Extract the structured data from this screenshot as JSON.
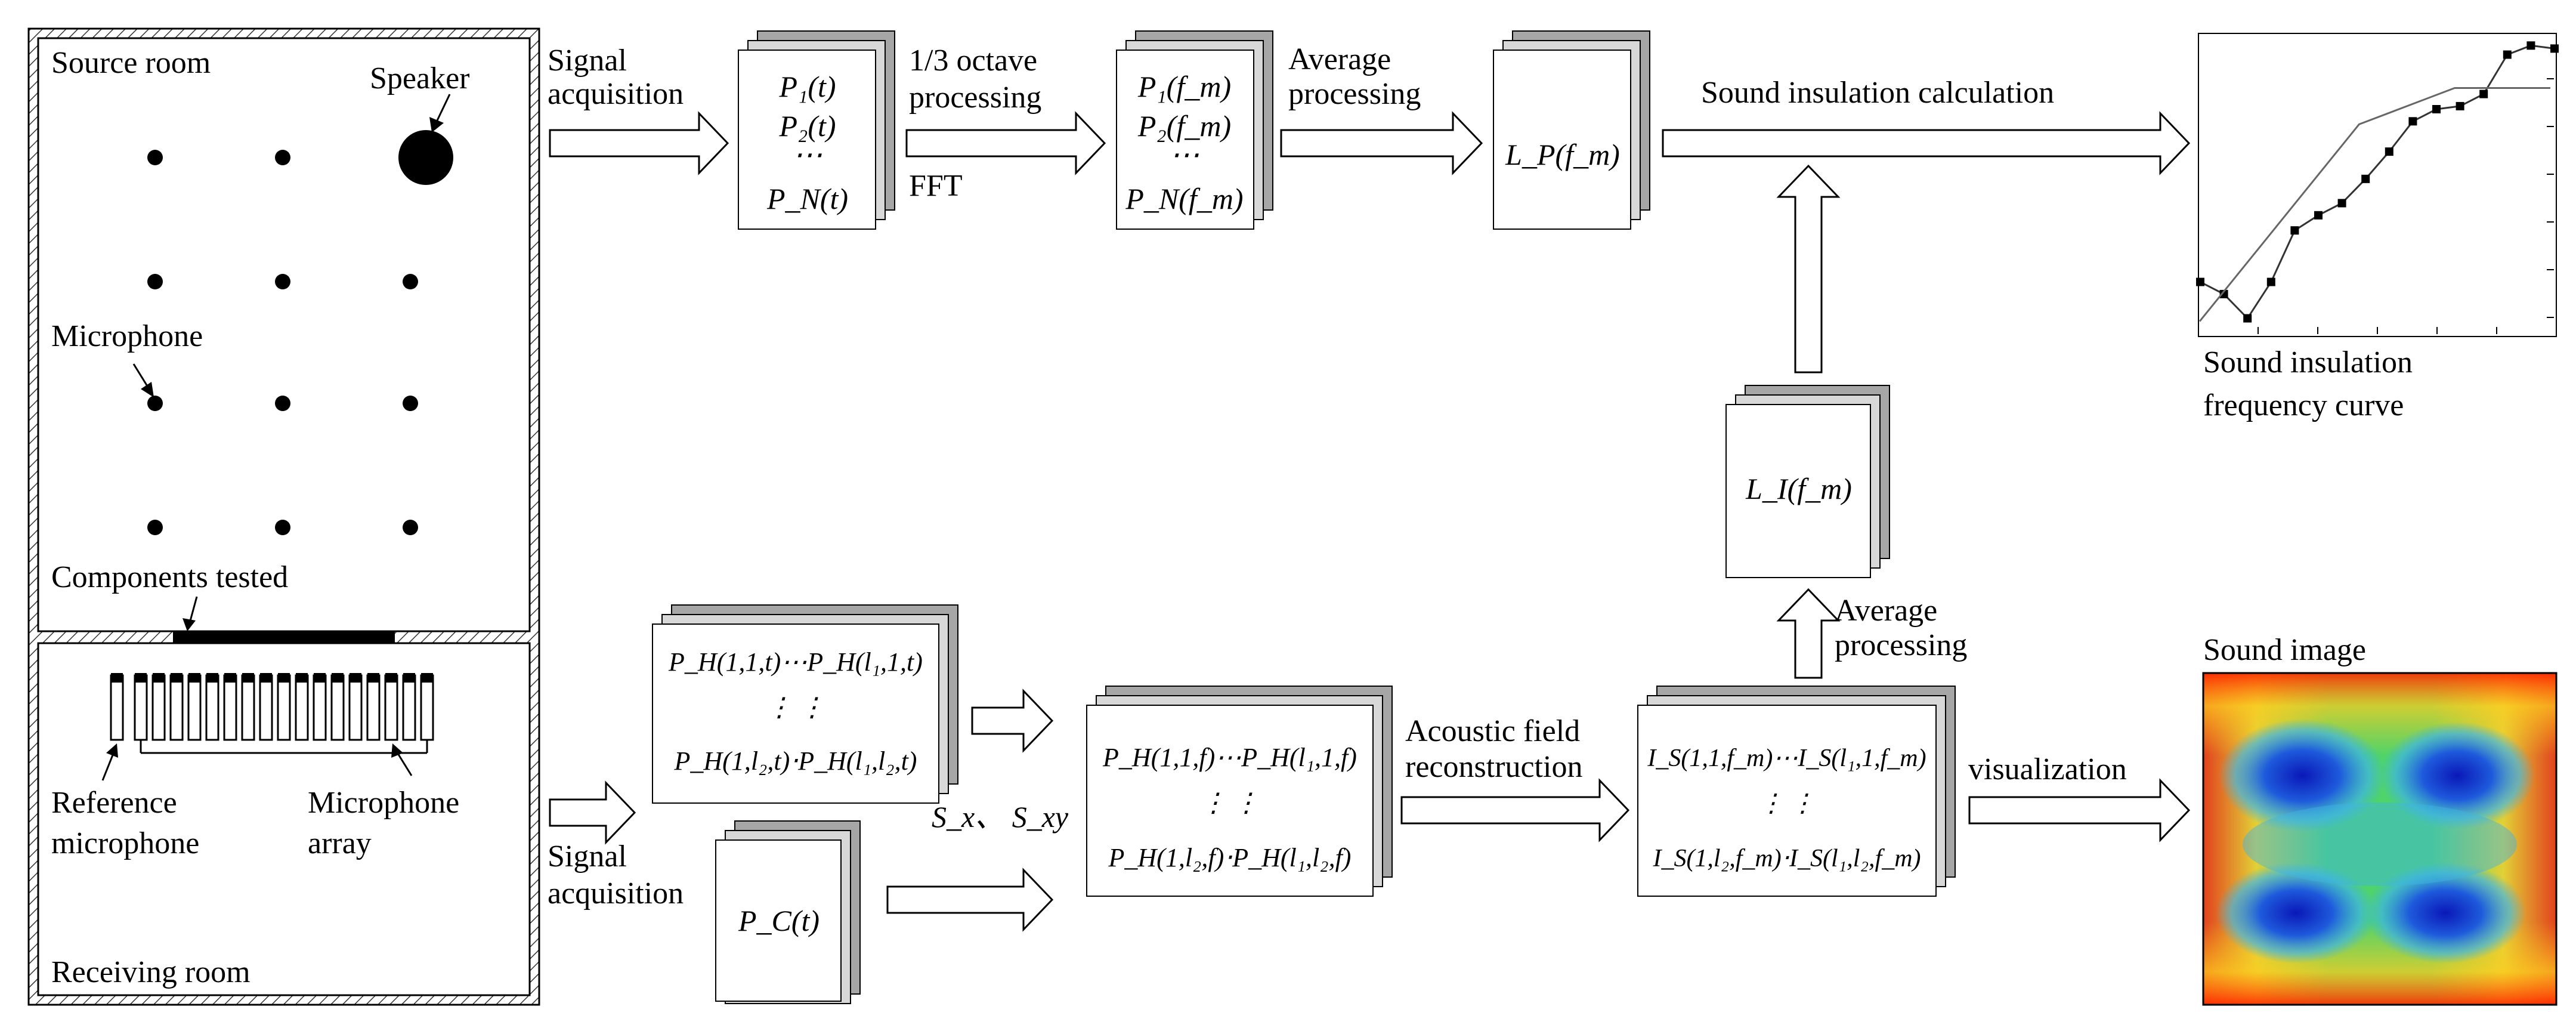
{
  "rooms": {
    "source_room": "Source room",
    "speaker": "Speaker",
    "microphone": "Microphone",
    "components_tested": "Components tested",
    "reference_microphone": [
      "Reference",
      "microphone"
    ],
    "microphone_array": [
      "Microphone",
      "array"
    ],
    "receiving_room": "Receiving room"
  },
  "arrows": {
    "signal_acquisition": [
      "Signal",
      "acquisition"
    ],
    "octave_processing": [
      "1/3 octave",
      "processing"
    ],
    "fft": "FFT",
    "average_processing": [
      "Average",
      "processing"
    ],
    "sound_insulation_calculation": "Sound insulation calculation",
    "acoustic_field_reconstruction": [
      "Acoustic field",
      "reconstruction"
    ],
    "visualization": "visualization",
    "sx_sxy": "S_x、 S_xy"
  },
  "boxes": {
    "time_signals": [
      "P₁(t)",
      "P₂(t)",
      "⋯",
      "P_N(t)"
    ],
    "freq_signals": [
      "P₁(f_m)",
      "P₂(f_m)",
      "⋯",
      "P_N(f_m)"
    ],
    "lp": "L_P(f_m)",
    "li": "L_I(f_m)",
    "holo_time": [
      "P_H(1,1,t)⋯P_H(l₁,1,t)",
      "⋮          ⋮",
      "P_H(1,l₂,t)⋅P_H(l₁,l₂,t)"
    ],
    "reference_time": "P_C(t)",
    "holo_freq": [
      "P_H(1,1,f)⋯P_H(l₁,1,f)",
      "⋮          ⋮",
      "P_H(1,l₂,f)⋅P_H(l₁,l₂,f)"
    ],
    "intensity": [
      "I_S(1,1,f_m)⋯I_S(l₁,1,f_m)",
      "⋮          ⋮",
      "I_S(1,l₂,f_m)⋅I_S(l₁,l₂,f_m)"
    ]
  },
  "outputs": {
    "curve_label": [
      "Sound insulation",
      "frequency curve"
    ],
    "sound_image_title": "Sound image"
  },
  "chart_data": {
    "type": "line",
    "title": "",
    "xlabel": "",
    "ylabel": "",
    "grid": false,
    "series": [
      {
        "values": [
          0.38,
          0.34,
          0.26,
          0.38,
          0.55,
          0.6,
          0.64,
          0.72,
          0.81,
          0.91,
          0.95,
          0.96,
          1.0,
          1.13,
          1.16,
          1.15
        ]
      },
      {
        "values": [
          0.25,
          0.38,
          0.51,
          0.64,
          0.77,
          0.9,
          0.94,
          0.98,
          1.02,
          1.02,
          1.02,
          1.02
        ]
      }
    ],
    "colors": {
      "series_1": "#333333",
      "series_2": "#666666"
    }
  }
}
